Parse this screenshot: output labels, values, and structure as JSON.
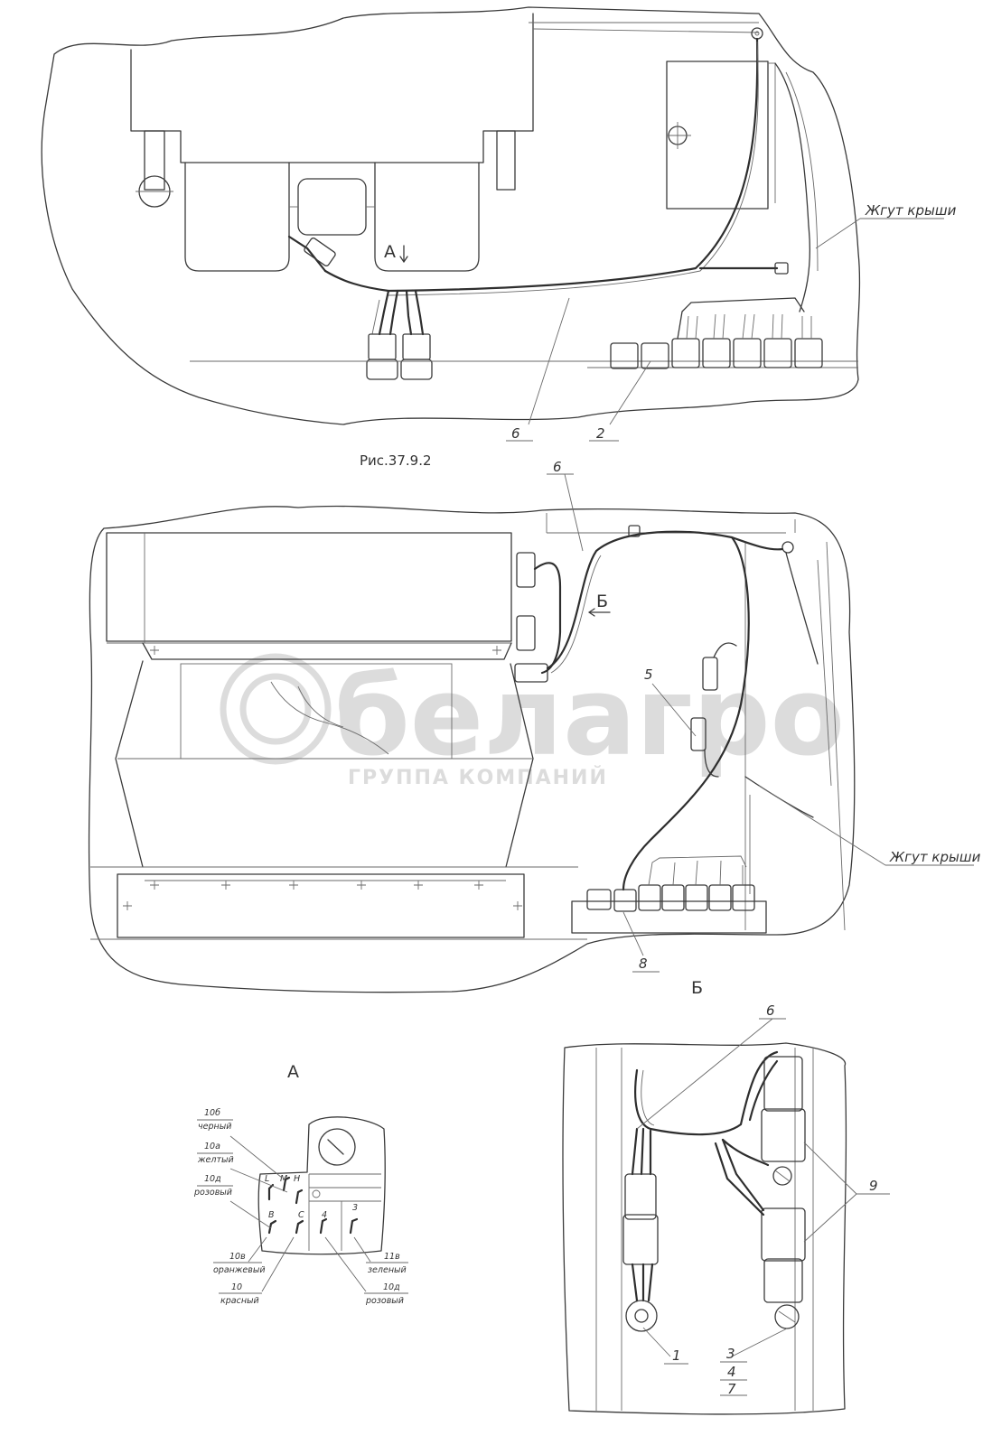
{
  "figure": {
    "caption": "Рис.37.9.2",
    "view_a_arrow": "А",
    "view_b_arrow": "Б",
    "view_a_title": "А",
    "view_b_title": "Б"
  },
  "callouts": {
    "c6_top": "6",
    "c2": "2",
    "c6_mid": "6",
    "c5": "5",
    "c8": "8",
    "c6_b": "6",
    "c9": "9",
    "c1": "1",
    "c3": "3",
    "c4": "4",
    "c7": "7",
    "harness_top": "Жгут крыши",
    "harness_mid": "Жгут крыши"
  },
  "view_a": {
    "wire_10b": "10б",
    "color_10b": "черный",
    "wire_10a": "10а",
    "color_10a": "желтый",
    "wire_10d_left": "10д",
    "color_10d_left": "розовый",
    "wire_10v": "10в",
    "color_10v": "оранжевый",
    "wire_10": "10",
    "color_10": "красный",
    "wire_11v": "11в",
    "color_11v": "зеленый",
    "wire_10d_right": "10д",
    "color_10d_right": "розовый",
    "term_L": "L",
    "term_M": "M",
    "term_H": "H",
    "term_B": "B",
    "term_C": "C",
    "term_4": "4",
    "term_3": "3"
  },
  "watermark": {
    "brand": "белагро",
    "subtitle": "ГРУППА КОМПАНИЙ"
  }
}
